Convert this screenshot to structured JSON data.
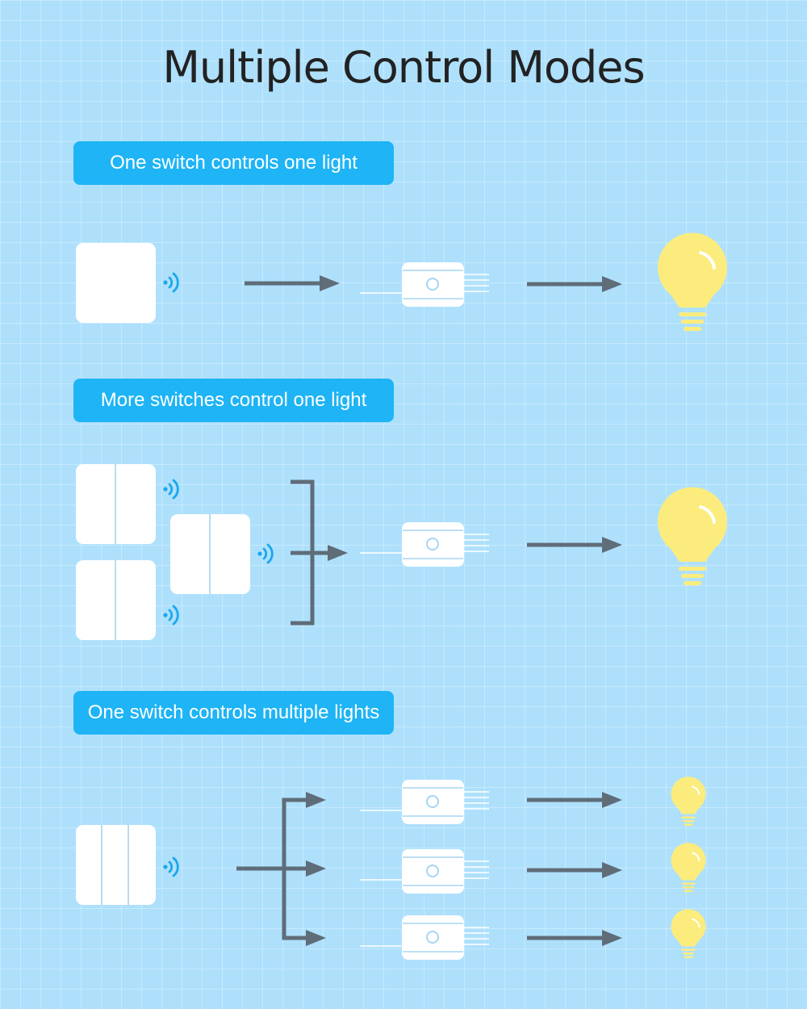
{
  "title": "Multiple Control Modes",
  "sections": [
    {
      "label": "One switch controls one light"
    },
    {
      "label": "More switches control one light"
    },
    {
      "label": "One switch controls multiple lights"
    }
  ],
  "colors": {
    "background": "#aee0fc",
    "label_bg": "#1eb4f5",
    "arrow": "#5f6d79",
    "bulb": "#fbec7d",
    "signal": "#1aa7ee",
    "device": "#ffffff"
  },
  "icons": [
    "wall-switch-icon",
    "wireless-signal-icon",
    "arrow-icon",
    "relay-module-icon",
    "light-bulb-icon"
  ]
}
